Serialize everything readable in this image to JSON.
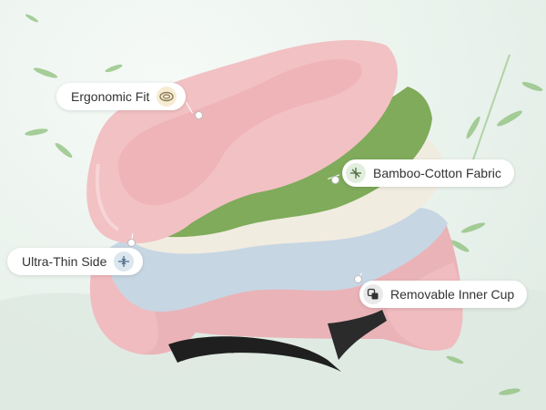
{
  "callouts": {
    "ergonomic_fit": {
      "label": "Ergonomic Fit",
      "icon": "contour-cup-icon"
    },
    "bamboo_cotton": {
      "label": "Bamboo-Cotton Fabric",
      "icon": "fiber-icon"
    },
    "ultra_thin": {
      "label": "Ultra-Thin Side",
      "icon": "compress-arrows-icon"
    },
    "inner_cup": {
      "label": "Removable Inner Cup",
      "icon": "remove-layer-icon"
    }
  },
  "colors": {
    "pink_foam": "#f2c1c4",
    "green_fabric": "#7fab5a",
    "cream_layer": "#f1ece0",
    "inner_blue": "#c7d6e3",
    "strap": "#1f1f1f",
    "background": "#e9f2ec"
  }
}
